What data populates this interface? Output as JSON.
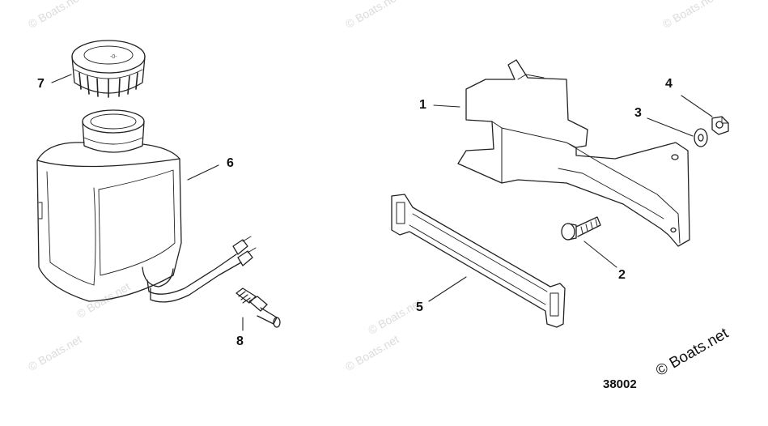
{
  "watermarks": {
    "text": "© Boats.net"
  },
  "copyright": "© Boats.net",
  "drawing_number": "38002",
  "callouts": {
    "c1": "1",
    "c2": "2",
    "c3": "3",
    "c4": "4",
    "c5": "5",
    "c6": "6",
    "c7": "7",
    "c8": "8"
  },
  "colors": {
    "line": "#222222",
    "watermark": "#dcdcdc"
  }
}
